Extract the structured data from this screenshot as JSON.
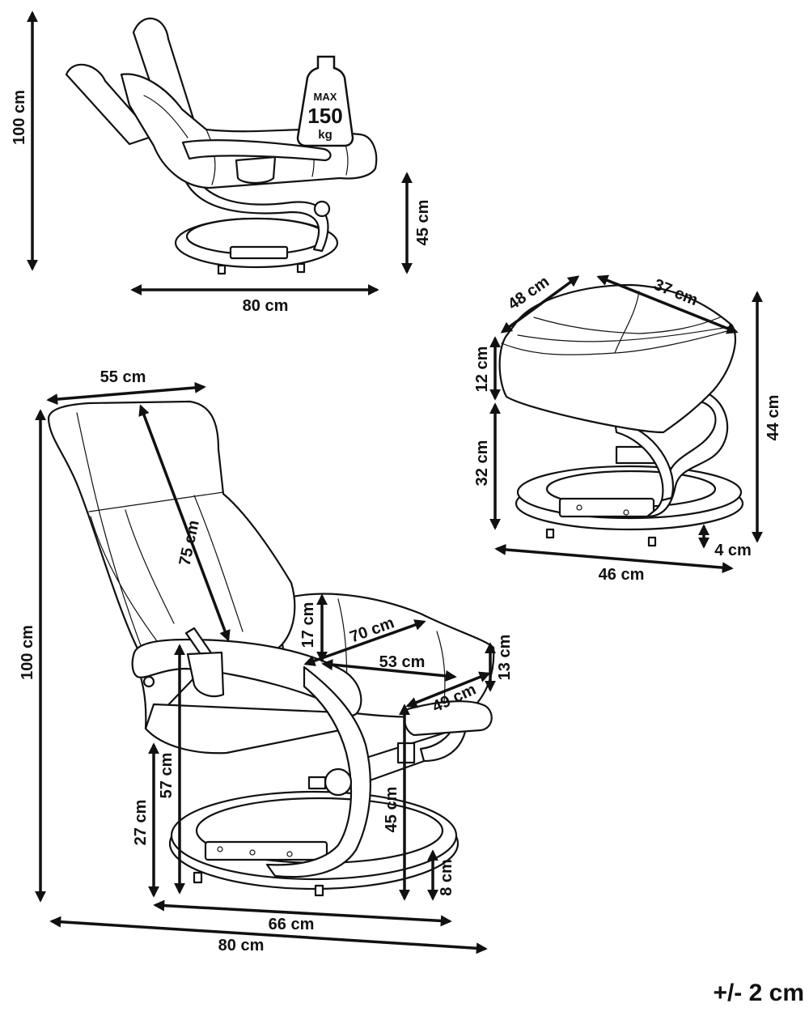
{
  "colors": {
    "ink": "#111111",
    "background": "#ffffff"
  },
  "weight_icon": {
    "max": "MAX",
    "value": "150",
    "unit": "kg"
  },
  "reclined_view": {
    "height": "100 cm",
    "seat_height": "45 cm",
    "length": "80 cm"
  },
  "ottoman_view": {
    "depth": "48 cm",
    "width": "37 cm",
    "cushion_height": "12 cm",
    "base_height": "32 cm",
    "total_height": "44 cm",
    "base_clearance": "4 cm",
    "base_width": "46 cm"
  },
  "chair_view": {
    "top_width": "55 cm",
    "backrest_length": "75 cm",
    "total_height": "100 cm",
    "seat_width": "70 cm",
    "armrest_height": "17 cm",
    "seat_inner": "53 cm",
    "seat_thickness": "13 cm",
    "seat_depth": "49 cm",
    "arm_height": "57 cm",
    "leg_height": "27 cm",
    "seat_height": "45 cm",
    "base_height": "8 cm",
    "base_depth": "66 cm",
    "total_depth": "80 cm"
  },
  "tolerance": "+/- 2 cm"
}
